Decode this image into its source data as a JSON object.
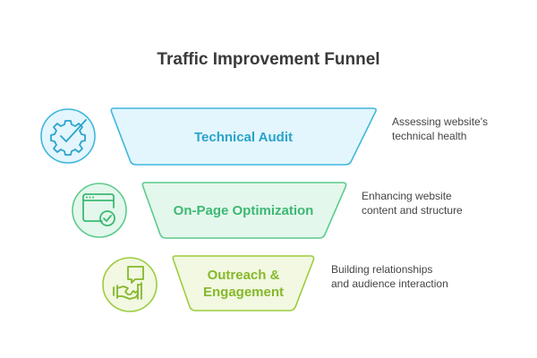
{
  "title": "Traffic Improvement Funnel",
  "stages": [
    {
      "label_lines": [
        "Technical Audit"
      ],
      "description_lines": [
        "Assessing website's",
        "technical health"
      ],
      "icon": "gear-check-icon",
      "fill": "#e3f6fd",
      "stroke": "#3fb6dc",
      "text_color": "#2aa3cc"
    },
    {
      "label_lines": [
        "On-Page Optimization"
      ],
      "description_lines": [
        "Enhancing website",
        "content and structure"
      ],
      "icon": "browser-check-icon",
      "fill": "#e4f7ec",
      "stroke": "#5ccb8c",
      "text_color": "#3db874"
    },
    {
      "label_lines": [
        "Outreach &",
        "Engagement"
      ],
      "description_lines": [
        "Building relationships",
        "and audience interaction"
      ],
      "icon": "handshake-chat-icon",
      "fill": "#f2f8e1",
      "stroke": "#9ccc3d",
      "text_color": "#86b82c"
    }
  ]
}
